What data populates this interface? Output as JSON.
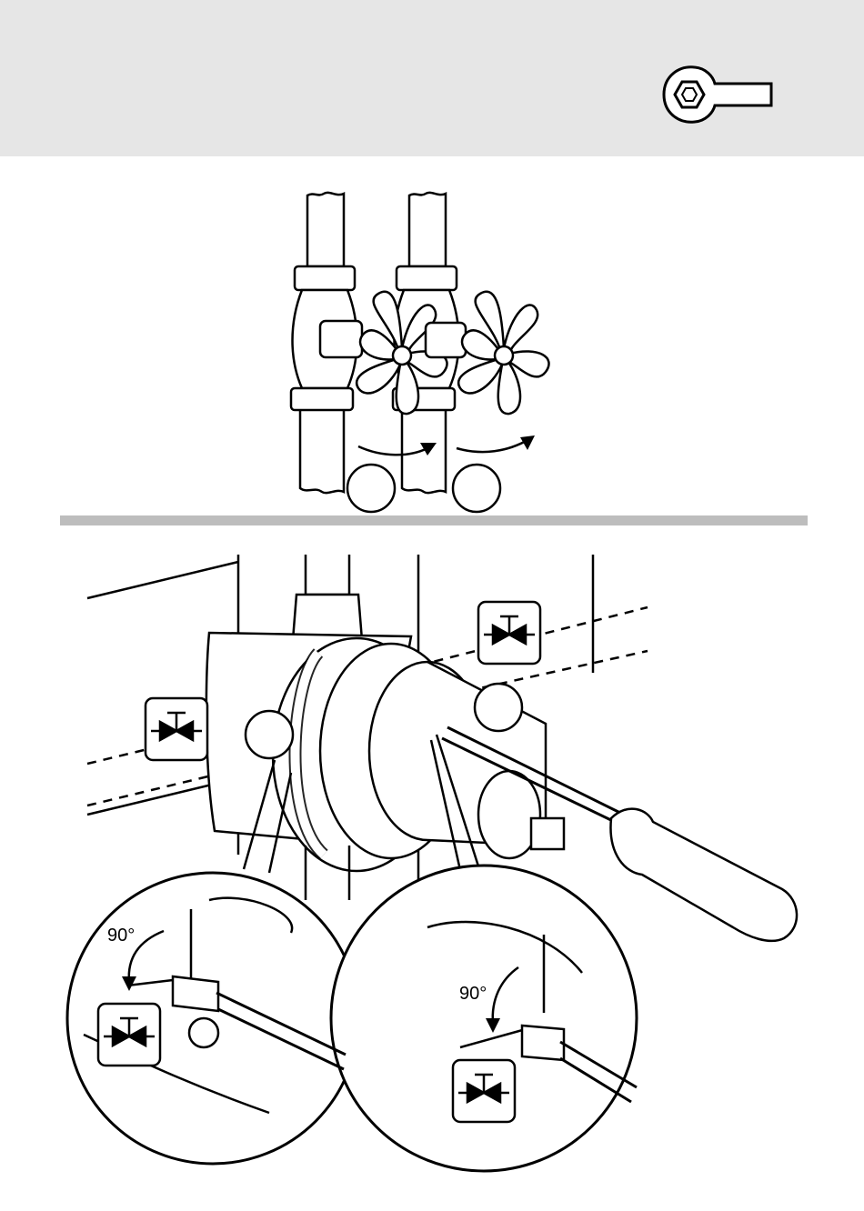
{
  "header": {
    "tool_icon": "wrench-icon"
  },
  "top_figure": {
    "valves": [
      "stop-valve-left",
      "stop-valve-right"
    ]
  },
  "main_figure": {
    "valve_symbol_icon": "shut-off-valve-icon",
    "detail_left": {
      "angle_label": "90°"
    },
    "detail_right": {
      "angle_label": "90°"
    }
  },
  "colors": {
    "header_band": "#e6e6e6",
    "divider": "#bdbdbd",
    "line": "#000000"
  }
}
